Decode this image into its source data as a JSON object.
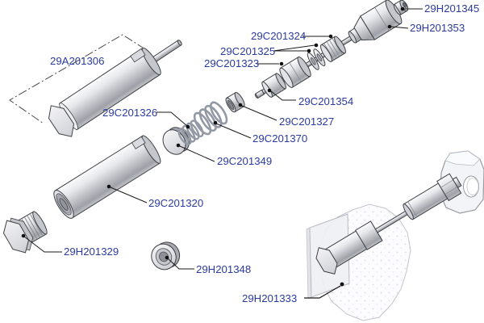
{
  "figure": {
    "kind": "exploded-parts-diagram",
    "title": "",
    "view_note": "exploded valve assembly with installed view in housing"
  },
  "colors": {
    "background": "#ffffff",
    "label_text": "#2b3a9e",
    "leader_line": "#1b1b1b",
    "part_outline": "#3e4046",
    "metal_light": "#fbfbfc",
    "metal_dark": "#9fa1a8",
    "phantom_line": "#4a4a4a",
    "ghost_outline": "#c2c3cc"
  },
  "parts": [
    {
      "id": "29H201345",
      "component": "cap-nut"
    },
    {
      "id": "29H201353",
      "component": "end-cap"
    },
    {
      "id": "29C201324",
      "component": "adjusting-nut"
    },
    {
      "id": "29C201325",
      "component": "washer-pair"
    },
    {
      "id": "29C201323",
      "component": "bushing"
    },
    {
      "id": "29A201306",
      "component": "cylinder-assembly"
    },
    {
      "id": "29C201354",
      "component": "piston"
    },
    {
      "id": "29C201326",
      "component": "inner-spring"
    },
    {
      "id": "29C201327",
      "component": "spring-cup"
    },
    {
      "id": "29C201370",
      "component": "outer-spring"
    },
    {
      "id": "29C201349",
      "component": "seal-disc"
    },
    {
      "id": "29C201320",
      "component": "cylinder-body"
    },
    {
      "id": "29H201329",
      "component": "hex-plug"
    },
    {
      "id": "29H201348",
      "component": "packing-nut"
    },
    {
      "id": "29H201333",
      "component": "housing-block"
    }
  ]
}
